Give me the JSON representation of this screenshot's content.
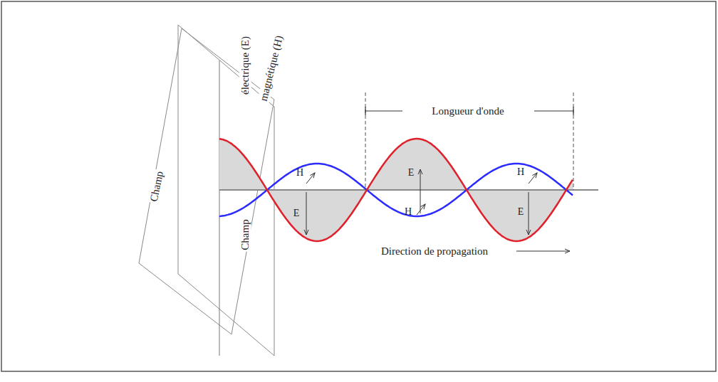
{
  "diagram": {
    "labels": [
      "électrique (E)",
      "magnétique (H)",
      "Longueur d'onde",
      "H",
      "E",
      "E",
      "H",
      "H",
      "E",
      "Champ",
      "Champ",
      "Direction de propagation"
    ]
  }
}
